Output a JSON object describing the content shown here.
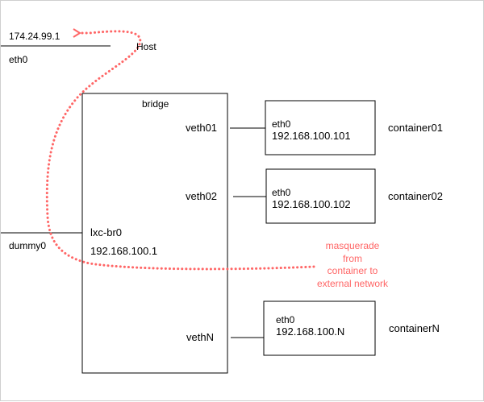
{
  "host": {
    "ip": "174.24.99.1",
    "interface": "eth0",
    "label": "Host",
    "dummy_interface": "dummy0"
  },
  "bridge": {
    "label": "bridge",
    "name": "lxc-br0",
    "ip": "192.168.100.1",
    "veths": [
      "veth01",
      "veth02",
      "vethN"
    ]
  },
  "containers": [
    {
      "name": "container01",
      "interface": "eth0",
      "ip": "192.168.100.101"
    },
    {
      "name": "container02",
      "interface": "eth0",
      "ip": "192.168.100.102"
    },
    {
      "name": "containerN",
      "interface": "eth0",
      "ip": "192.168.100.N"
    }
  ],
  "annotation": {
    "lines": [
      "masquerade",
      "from",
      "container to",
      "external network"
    ],
    "color": "#ff6666"
  },
  "colors": {
    "stroke": "#000000",
    "frame_border": "#cfcfcf"
  }
}
